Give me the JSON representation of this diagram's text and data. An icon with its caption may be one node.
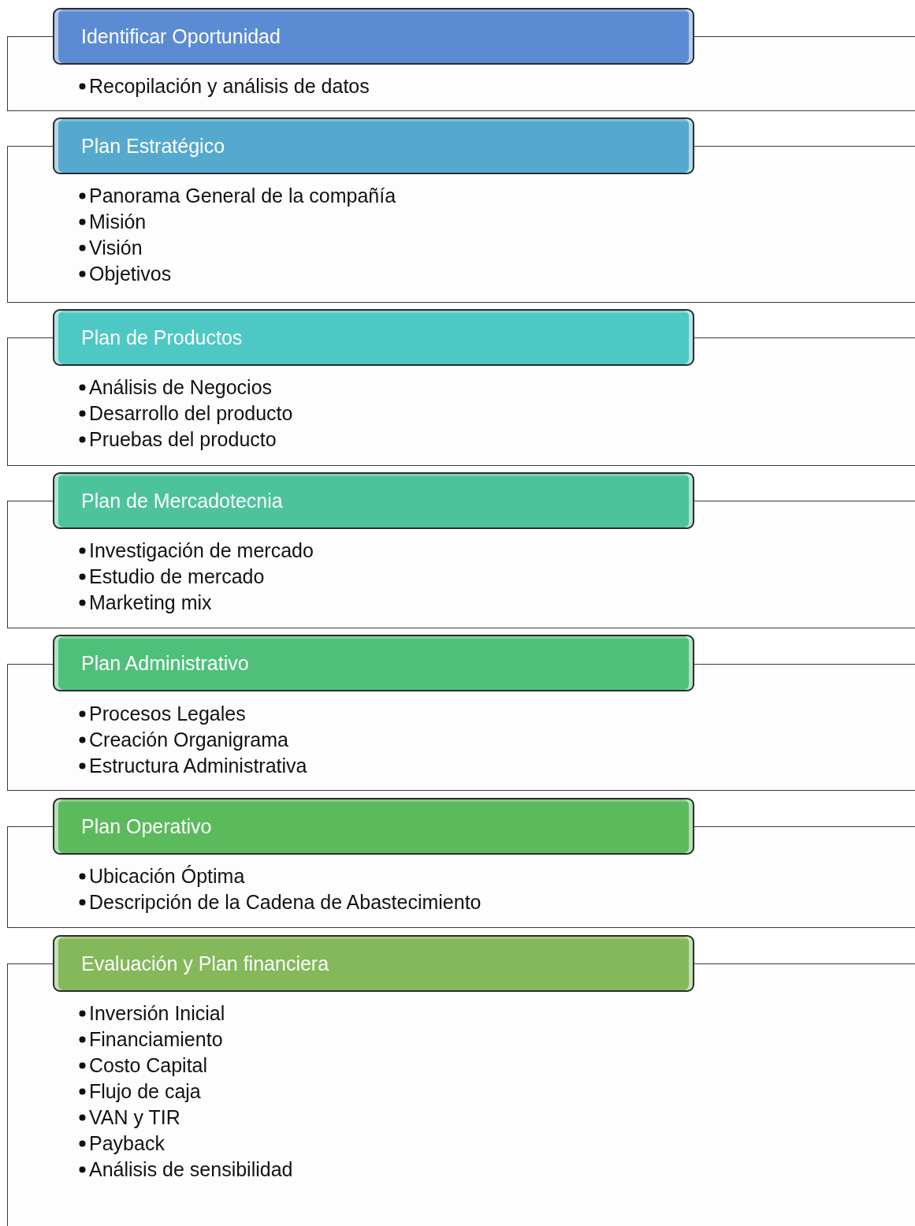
{
  "diagram": {
    "nodes": [
      {
        "text": [
          "Identificar Oportunidad"
        ]
      },
      {
        "text": [
          "Recopilación y análisis de datos"
        ]
      },
      {
        "text": [
          "Plan Estratégico"
        ]
      },
      {
        "text": [
          "Panorama General de la compañía",
          "Misión",
          "Visión",
          "Objetivos"
        ]
      },
      {
        "text": [
          "Plan de Productos"
        ]
      },
      {
        "text": [
          "Análisis de Negocios",
          "Desarrollo del producto",
          "Pruebas del producto"
        ]
      },
      {
        "text": [
          "Plan de Mercadotecnia"
        ]
      },
      {
        "text": [
          "Investigación de mercado",
          "Estudio de mercado",
          "Marketing mix"
        ]
      },
      {
        "text": [
          "Plan Administrativo"
        ]
      },
      {
        "text": [
          "Procesos Legales",
          "Creación Organigrama",
          "Estructura Administrativa"
        ]
      },
      {
        "text": [
          "Plan Operativo"
        ]
      },
      {
        "text": [
          "Ubicación Óptima",
          "Descripción de la Cadena de Abastecimiento"
        ]
      },
      {
        "text": [
          "Evaluación y Plan financiera"
        ]
      },
      {
        "text": [
          "Inversión Inicial",
          "Financiamiento",
          "Costo Capital",
          "Flujo de caja",
          "VAN y TIR",
          "Payback",
          "Análisis de sensibilidad"
        ]
      }
    ]
  }
}
